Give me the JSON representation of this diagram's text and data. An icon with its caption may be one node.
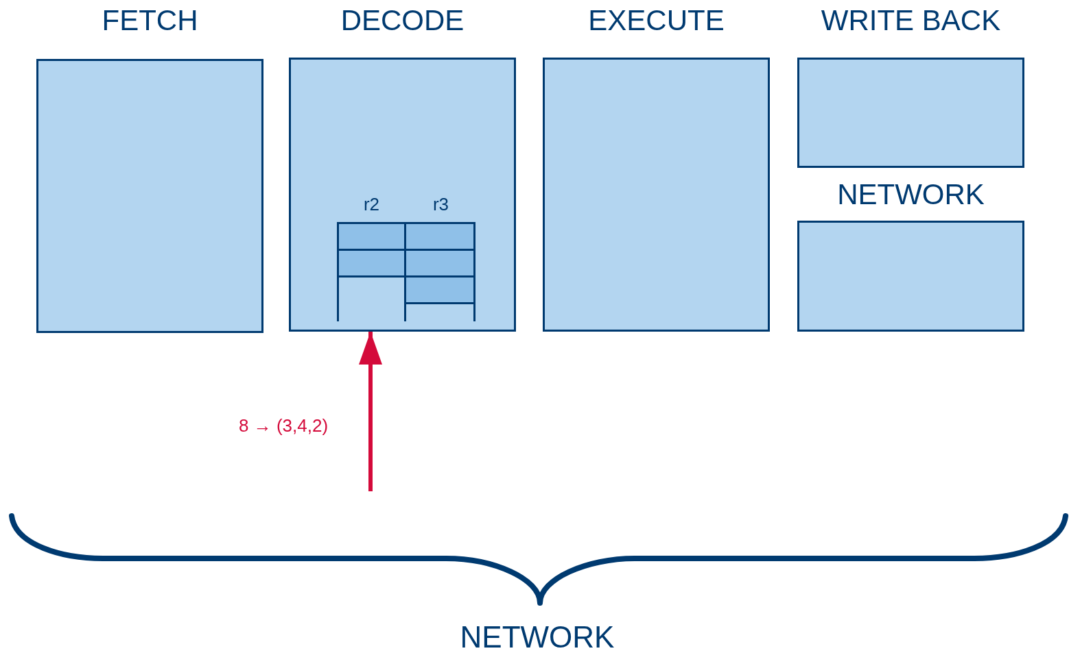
{
  "diagram": {
    "nodes": [
      {
        "text": [
          "FETCH"
        ]
      },
      {
        "text": [
          "DECODE"
        ]
      },
      {
        "text": [
          "r2"
        ],
        "in": 1
      },
      {
        "text": [],
        "shape": "box",
        "in": 2
      },
      {
        "text": [],
        "shape": "box",
        "in": 2
      },
      {
        "text": [
          "r3"
        ],
        "in": 1
      },
      {
        "text": [],
        "shape": "box",
        "in": 5
      },
      {
        "text": [],
        "shape": "box",
        "in": 5
      },
      {
        "text": [],
        "shape": "box",
        "in": 5
      },
      {
        "text": [
          "EXECUTE"
        ]
      },
      {
        "text": [
          "WRITE BACK"
        ]
      },
      {
        "text": [
          "NETWORK"
        ]
      }
    ],
    "edges": [
      {
        "from": null,
        "to": 1,
        "arrow": "to",
        "label": "8 → (3,4,2)",
        "color": "#d40a3a"
      }
    ],
    "labels": [
      "NETWORK"
    ]
  }
}
